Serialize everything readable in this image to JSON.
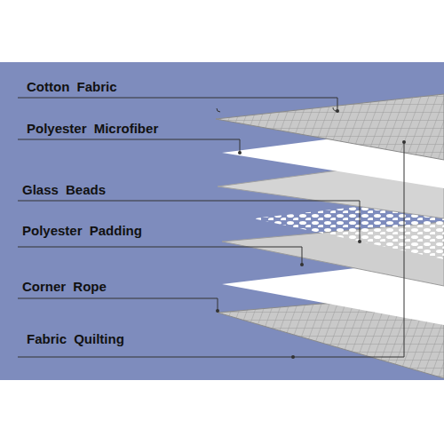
{
  "diagram": {
    "labels": [
      "Cotton Fabric",
      "Polyester Microfiber",
      "Glass Beads",
      "Polyester Padding",
      "Corner Rope",
      "Fabric Quilting"
    ]
  }
}
